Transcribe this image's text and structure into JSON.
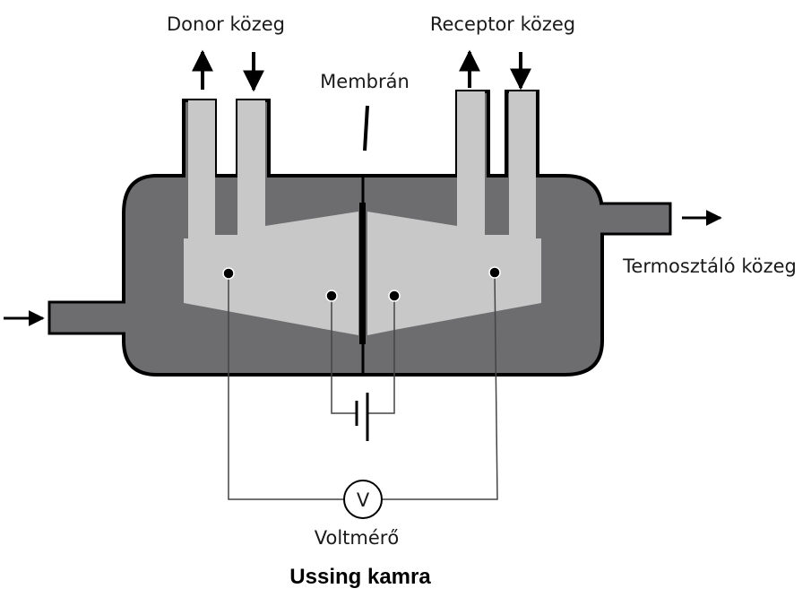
{
  "labels": {
    "donor": "Donor közeg",
    "receptor": "Receptor közeg",
    "membrane": "Membrán",
    "thermo": "Termosztáló közeg",
    "voltmeter": "Voltmérő",
    "voltmeter_symbol": "V",
    "caption": "Ussing kamra"
  },
  "colors": {
    "jacket": "#6d6d70",
    "chamber": "#c8c8c8",
    "outline": "#000000"
  }
}
